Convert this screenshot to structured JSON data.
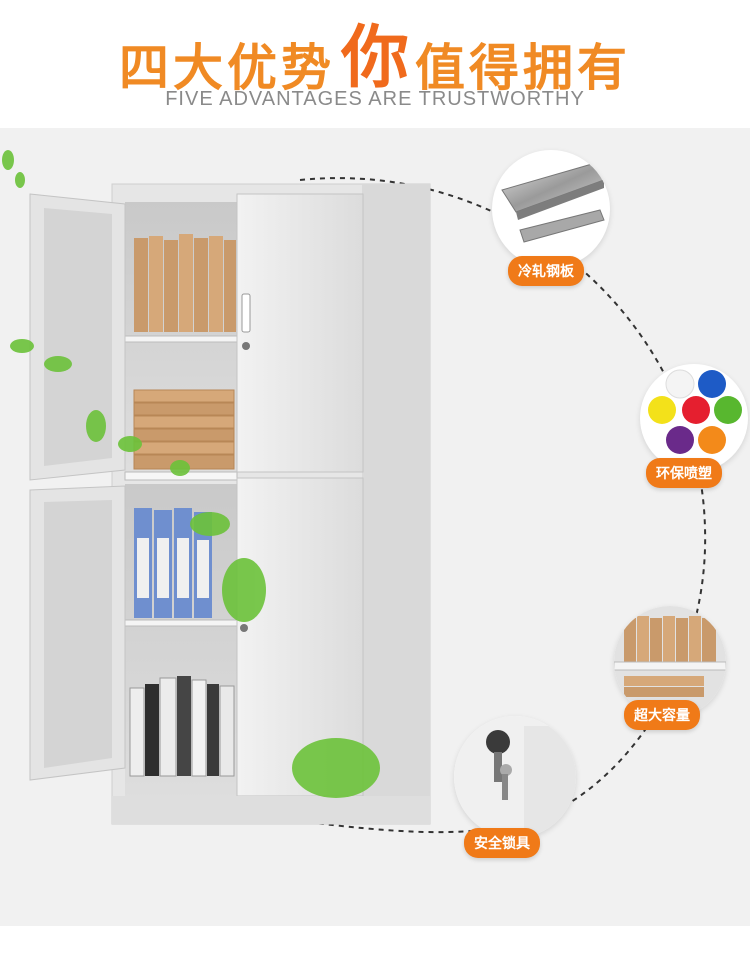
{
  "header": {
    "title_part1": "四大优势",
    "title_highlight": "你",
    "title_part2": "值得拥有",
    "subtitle": "FIVE ADVANTAGES ARE TRUSTWORTHY"
  },
  "features": [
    {
      "label": "冷轧钢板",
      "icon": "steel-plate-icon"
    },
    {
      "label": "环保喷塑",
      "icon": "powder-paint-icon"
    },
    {
      "label": "超大容量",
      "icon": "large-capacity-icon"
    },
    {
      "label": "安全锁具",
      "icon": "lock-key-icon"
    }
  ],
  "colors": {
    "accent": "#f07a18",
    "title": "#f08a24",
    "subtitle": "#8a8a8a",
    "background": "#f1f1f1",
    "cabinet": "#e9e9e9"
  }
}
